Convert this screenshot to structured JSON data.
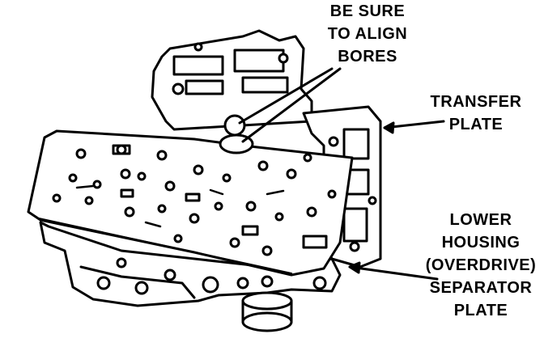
{
  "callouts": {
    "bores": [
      "BE SURE",
      "TO ALIGN",
      "BORES"
    ],
    "transfer_plate": [
      "TRANSFER",
      "PLATE"
    ],
    "separator_plate": [
      "LOWER",
      "HOUSING",
      "(OVERDRIVE)",
      "SEPARATOR",
      "PLATE"
    ]
  },
  "colors": {
    "ink": "#000000",
    "paper": "#ffffff"
  }
}
